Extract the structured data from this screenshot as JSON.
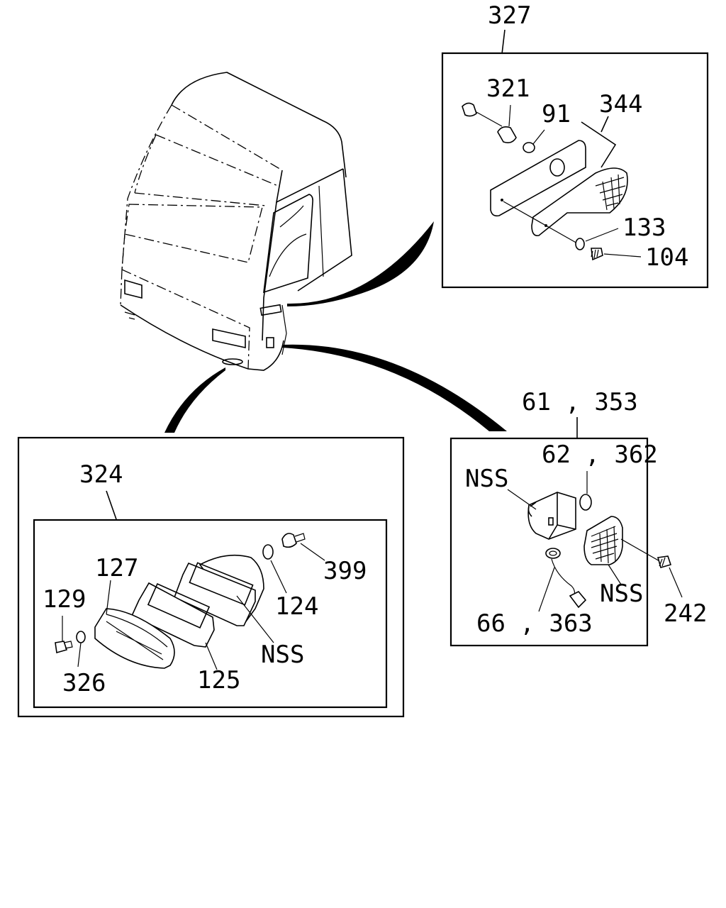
{
  "labels": {
    "n327": "327",
    "n321": "321",
    "n91": "91",
    "n344": "344",
    "n133": "133",
    "n104": "104",
    "n324": "324",
    "n127": "127",
    "n129": "129",
    "n326": "326",
    "n125": "125",
    "n124": "124",
    "n399": "399",
    "nss_left": "NSS",
    "n61_353": "61 , 353",
    "n62_362": "62 , 362",
    "nss_right_top": "NSS",
    "nss_right_bottom": "NSS",
    "n66_363": "66 , 363",
    "n242": "242"
  },
  "icons": [
    "truck-cab",
    "side-marker-lamp",
    "clearance-lamp",
    "turn-signal-lamp",
    "bolt",
    "washer",
    "bulb",
    "socket"
  ]
}
